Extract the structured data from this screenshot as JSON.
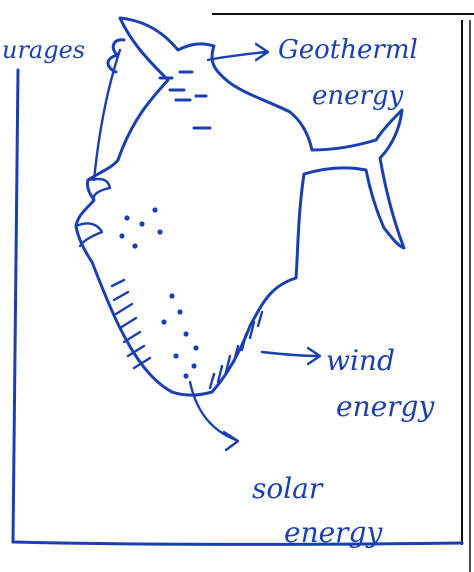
{
  "labels": {
    "left_cut": "urages",
    "geothermal_line1": "Geotherml",
    "geothermal_line2": "energy",
    "wind_line1": "wind",
    "wind_line2": "energy",
    "solar_line1": "solar",
    "solar_line2": "energy"
  },
  "colors": {
    "ink": "#1a3fb0",
    "paper": "#ffffff",
    "border": "#111111"
  }
}
